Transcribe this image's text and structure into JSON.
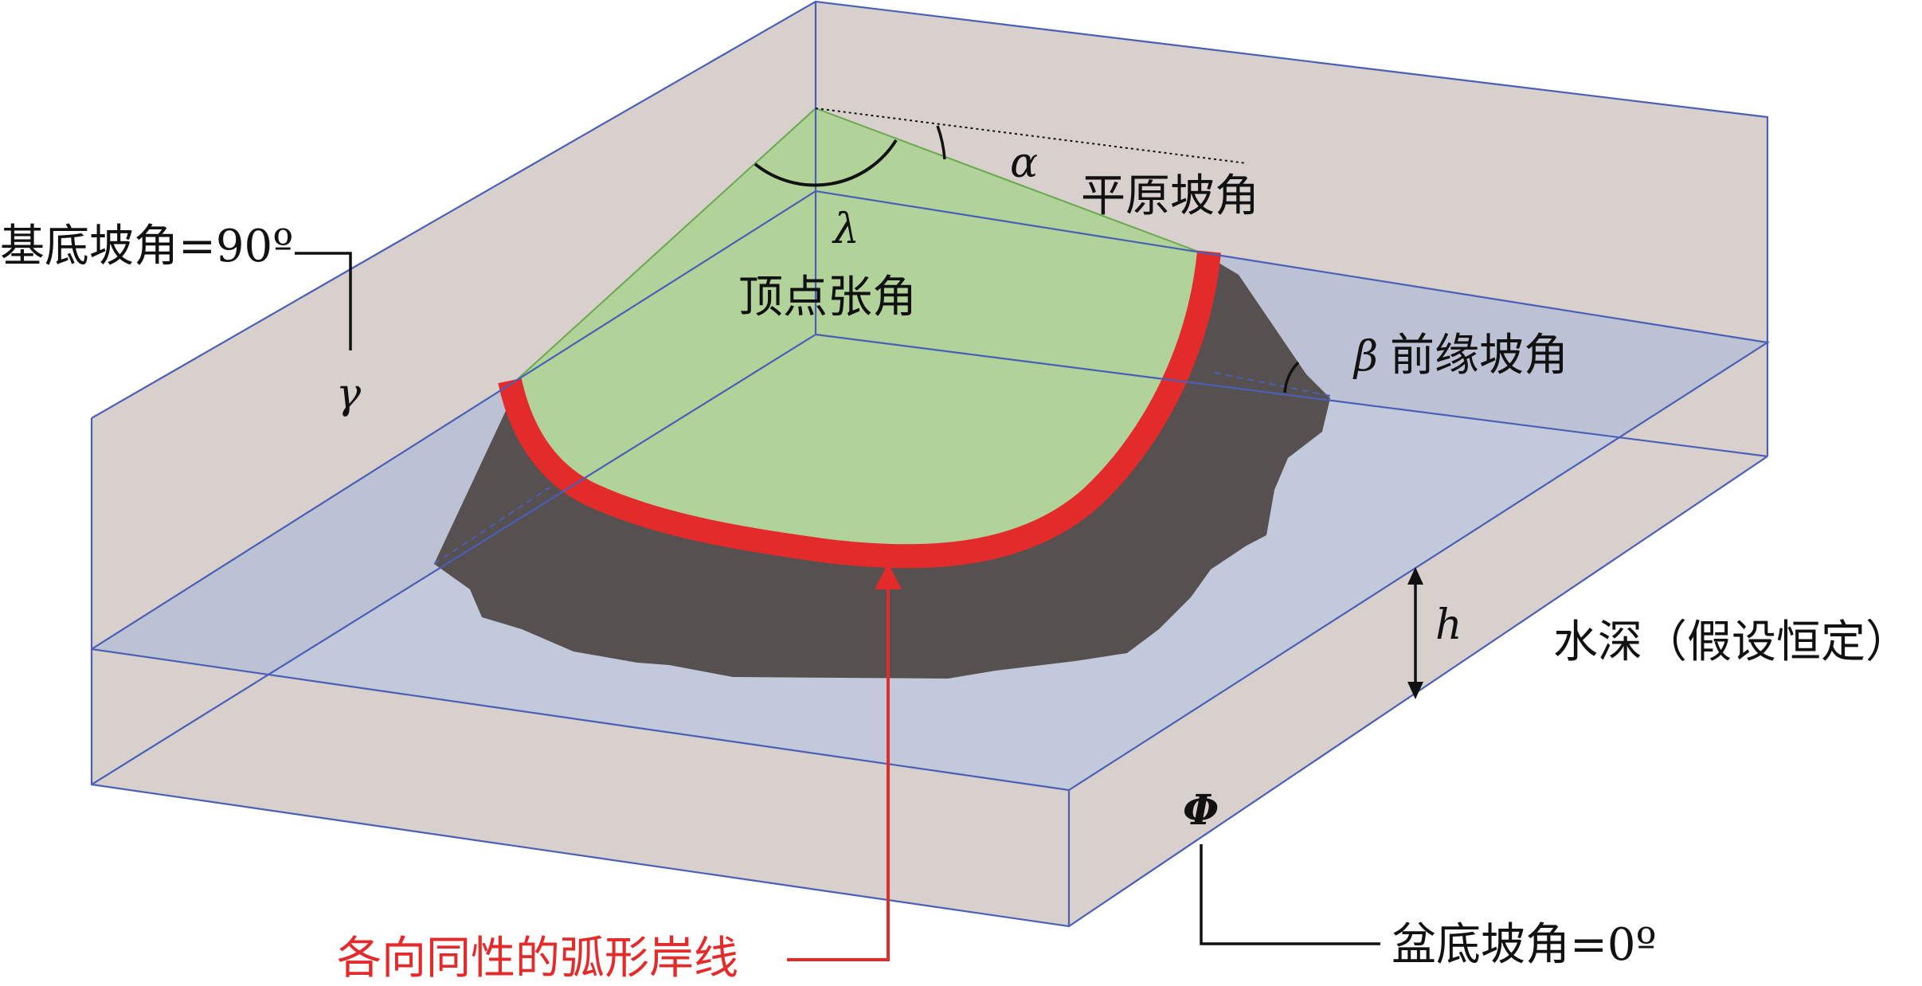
{
  "labels": {
    "base_slope": "基底坡角=90º",
    "gamma": "γ",
    "alpha": "α",
    "plain_slope": "平原坡角",
    "lambda": "λ",
    "apex_angle": "顶点张角",
    "beta": "β",
    "front_slope": "前缘坡角",
    "h": "h",
    "water_depth": "水深（假设恒定）",
    "phi": "Φ",
    "basin_slope": "盆底坡角=0º",
    "shoreline": "各向同性的弧形岸线"
  },
  "colors": {
    "wall": "#d8d0cd",
    "water": "#b7bfd4",
    "box_edge": "#4a5fb5",
    "fan_top": "#b1d39a",
    "fan_edge": "#6aa84f",
    "fan_body": "#575050",
    "shoreline": "#e32b2b",
    "leader": "#111111"
  }
}
